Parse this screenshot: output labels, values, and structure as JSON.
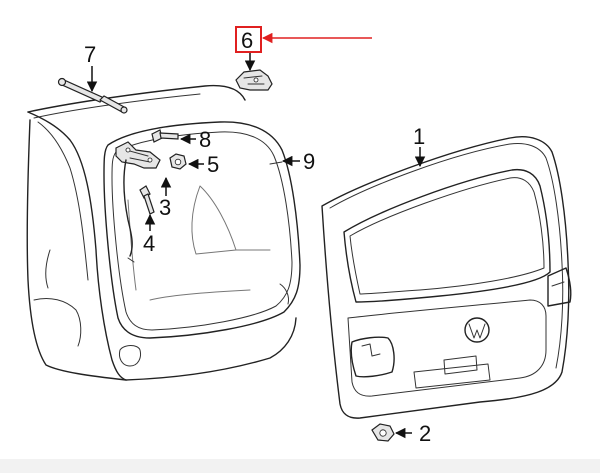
{
  "callouts": {
    "c1": "1",
    "c2": "2",
    "c3": "3",
    "c4": "4",
    "c5": "5",
    "c6": "6",
    "c7": "7",
    "c8": "8",
    "c9": "9"
  },
  "colors": {
    "highlight": "#e02020",
    "line": "#222222",
    "fill": "#e6e6e6"
  }
}
